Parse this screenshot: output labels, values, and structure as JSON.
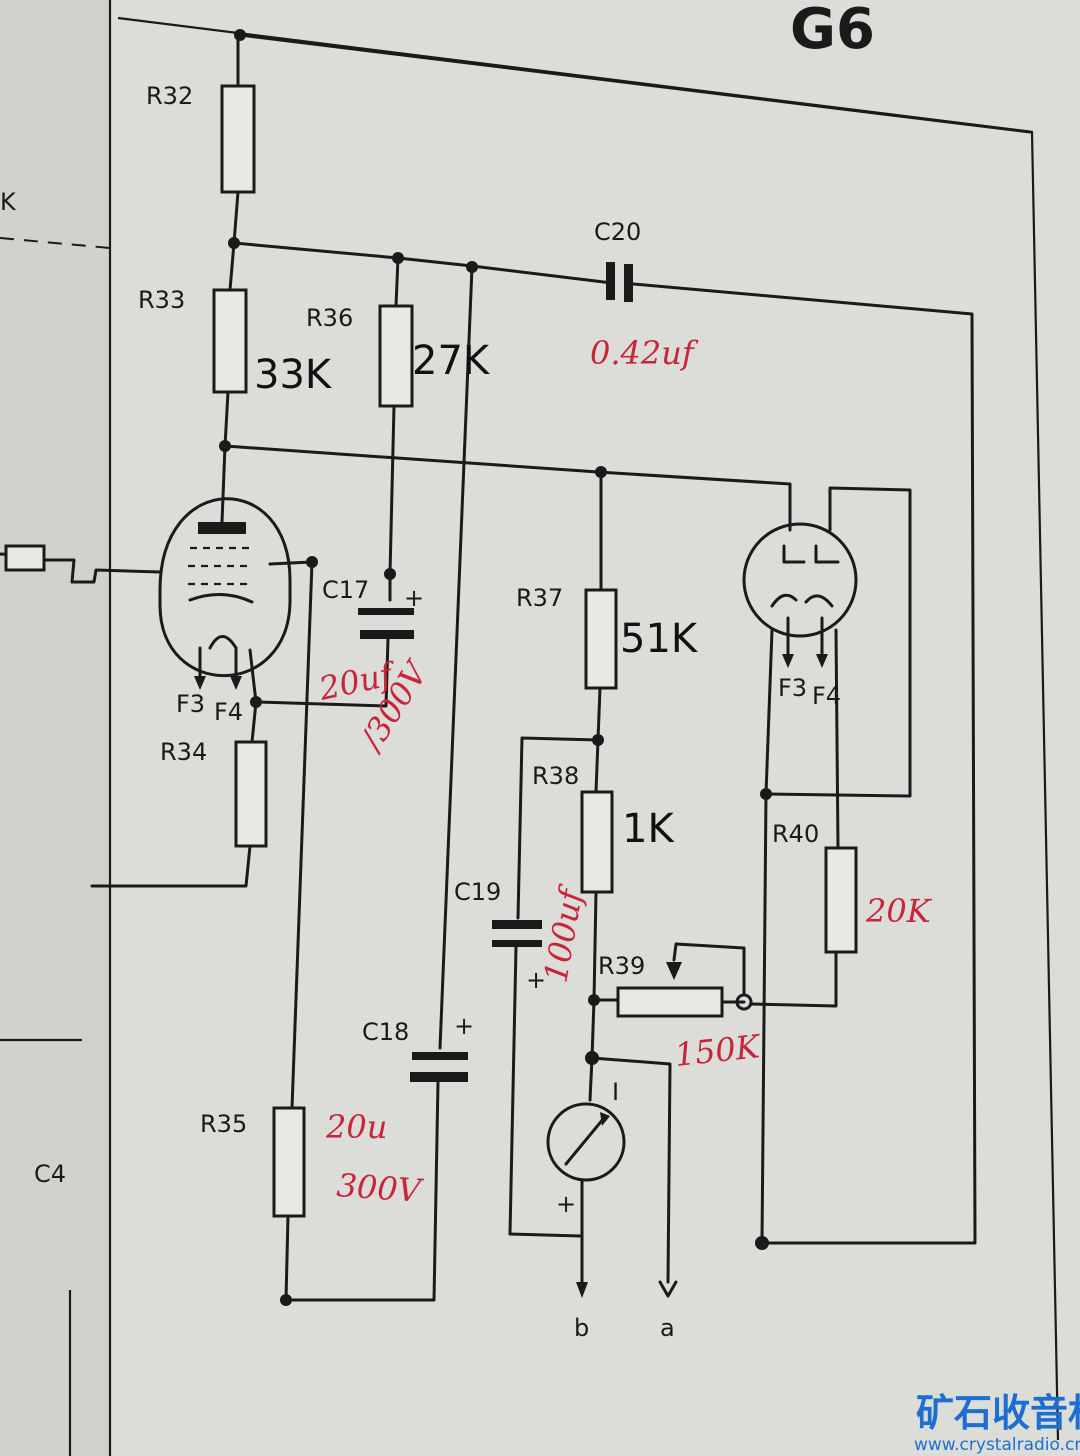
{
  "diagram": {
    "page_id": "G6",
    "components": {
      "r32": "R32",
      "r33": "R33",
      "r34": "R34",
      "r35": "R35",
      "r36": "R36",
      "r37": "R37",
      "r38": "R38",
      "r39": "R39",
      "r40": "R40",
      "c17": "C17",
      "c18": "C18",
      "c19": "C19",
      "c20": "C20",
      "c4": "C4"
    },
    "filament_labels": {
      "f3": "F3",
      "f4": "F4"
    },
    "plus_sign": "+",
    "meter_label": "I",
    "terminals": {
      "b": "b",
      "a": "a"
    },
    "edge_mark": "K"
  },
  "annotations": {
    "black": {
      "r33": "33K",
      "r36": "27K",
      "r37": "51K",
      "r38": "1K"
    },
    "red": {
      "c20": "0.42uf",
      "c17_cap": "20uf",
      "c17_volt": "/300V",
      "c19": "100uf",
      "r40": "20K",
      "r39": "150K",
      "c18_cap": "20u",
      "c18_volt": "300V"
    }
  },
  "watermark": {
    "site_name": "矿石收音机",
    "url": "www.crystalradio.cn"
  },
  "colors": {
    "ink": "#1a1a1a",
    "annotation_red": "#c8243a",
    "watermark_blue": "#1c6fd0",
    "paper": "#dcdcd8"
  }
}
